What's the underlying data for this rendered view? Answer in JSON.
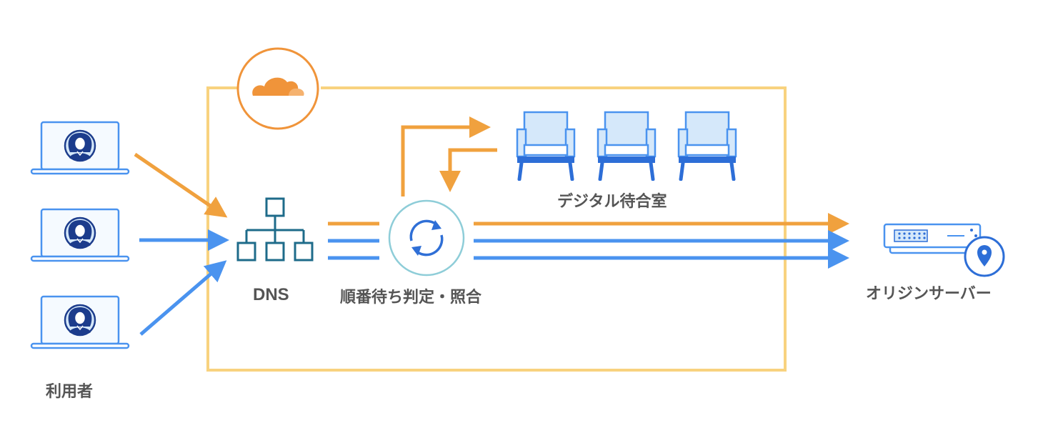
{
  "labels": {
    "users": "利用者",
    "dns": "DNS",
    "queue": "順番待ち判定・照合",
    "waiting_room": "デジタル待合室",
    "origin": "オリジンサーバー"
  },
  "icons": {
    "users": [
      "user-laptop-icon",
      "user-laptop-icon",
      "user-laptop-icon"
    ],
    "dns": "network-hierarchy-icon",
    "queue": "sync-icon",
    "waiting_room": [
      "chair-icon",
      "chair-icon",
      "chair-icon"
    ],
    "origin": "server-location-icon",
    "brand": "cloud-icon"
  },
  "colors": {
    "orange": "#F0A13E",
    "blue": "#4A93EF",
    "frame": "#F8D27F",
    "brand_orange": "#F0943A",
    "dns_teal": "#1E6B8A",
    "sync_blue": "#2F6FD6",
    "sync_ring": "#8ECDD8",
    "chair_blue": "#2D6ED7",
    "chair_light": "#D5E8FA",
    "text": "#555555"
  }
}
